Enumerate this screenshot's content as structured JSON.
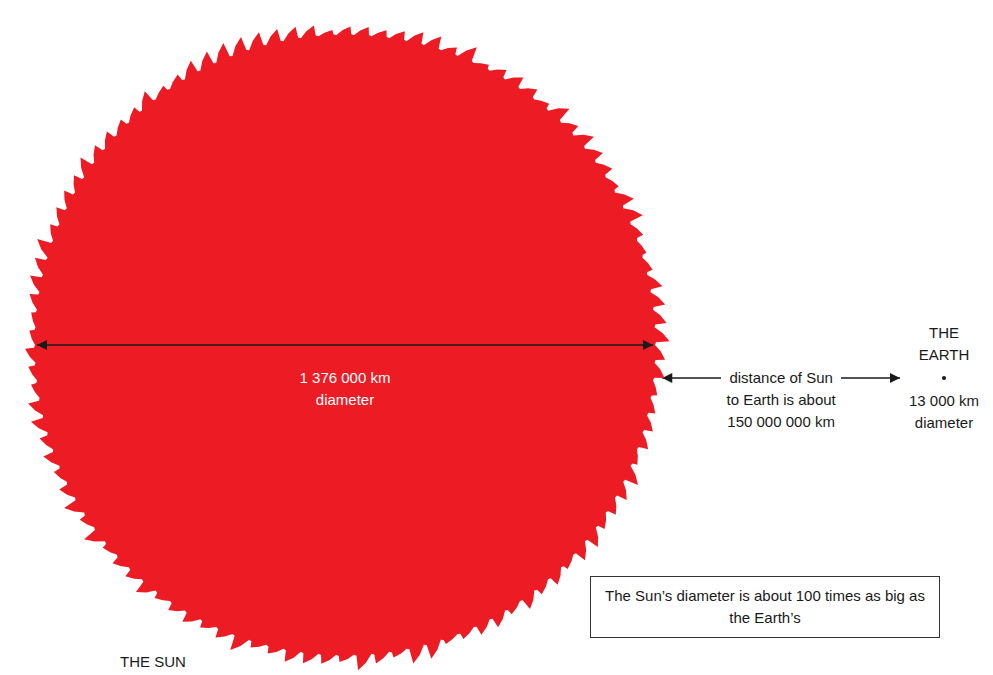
{
  "diagram": {
    "nodes": [
      {
        "text": [
          "1 376 000 km diameter",
          "THE SUN"
        ]
      },
      {
        "text": [
          "THE EARTH",
          "13 000 km diameter"
        ]
      },
      {
        "text": [
          "The Sun’s diameter is about 100 times as big as the Earth’s"
        ]
      }
    ],
    "edges": [
      {
        "from": 0,
        "to": 1,
        "arrow": "both",
        "label": "distance of Sun to Earth is about 150 000 000 km"
      }
    ]
  }
}
